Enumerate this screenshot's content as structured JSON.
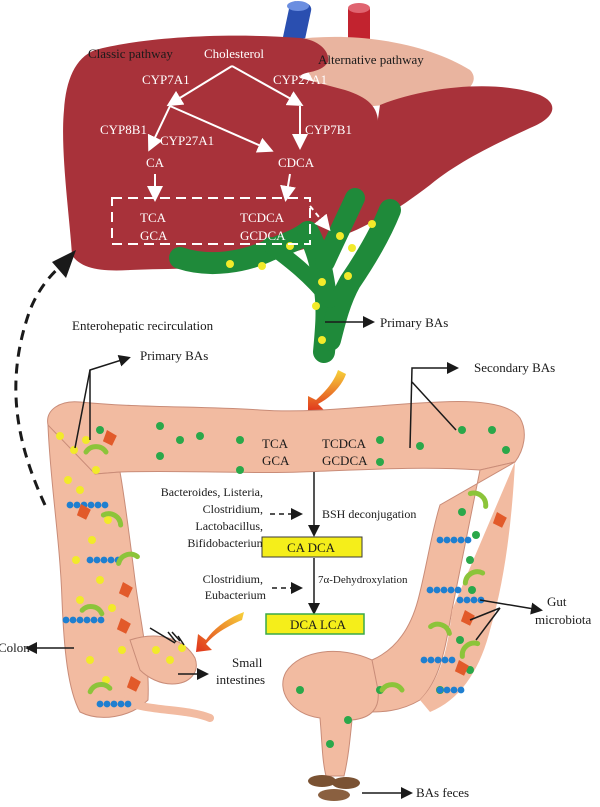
{
  "liver": {
    "classic_pathway": "Classic pathway",
    "alternative_pathway": "Alternative pathway",
    "cholesterol": "Cholesterol",
    "cyp7a1": "CYP7A1",
    "cyp27a1_top": "CYP27A1",
    "cyp8b1": "CYP8B1",
    "cyp27a1_mid": "CYP27A1",
    "cyp7b1": "CYP7B1",
    "ca": "CA",
    "cdca": "CDCA",
    "tca": "TCA",
    "gca": "GCA",
    "tcdca": "TCDCA",
    "gcdca": "GCDCA"
  },
  "labels": {
    "enterohepatic": "Enterohepatic recirculation",
    "primary_bas_right": "Primary BAs",
    "primary_bas_left": "Primary BAs",
    "secondary_bas": "Secondary BAs",
    "gut_microbiota_1": "Gut",
    "gut_microbiota_2": "microbiota",
    "colon": "Colon",
    "small_intestines_1": "Small",
    "small_intestines_2": "intestines",
    "bas_feces": "BAs feces"
  },
  "colon_center": {
    "tca": "TCA",
    "gca": "GCA",
    "tcdca": "TCDCA",
    "gcdca": "GCDCA",
    "bacteria_1": [
      "Bacteroides, Listeria,",
      "Clostridium,",
      "Lactobacillus,",
      "Bifidobacterium"
    ],
    "bsh": "BSH deconjugation",
    "ca_dca": "CA DCA",
    "bacteria_2": [
      "Clostridium,",
      "Eubacterium"
    ],
    "dehydroxylation": "7α-Dehydroxylation",
    "dca_lca": "DCA LCA"
  },
  "colors": {
    "liver": "#a8323a",
    "liver_light": "#e9b49f",
    "bile_duct": "#1f8a3a",
    "intestine": "#f2bba1",
    "yellow_box": "#f5ee1a",
    "yellow_dot": "#f2ea2a",
    "green_dot": "#2aa84a",
    "blue_dot": "#1f7fd0",
    "bacterium_green": "#8cc43a",
    "bacterium_red": "#e25a2a"
  }
}
